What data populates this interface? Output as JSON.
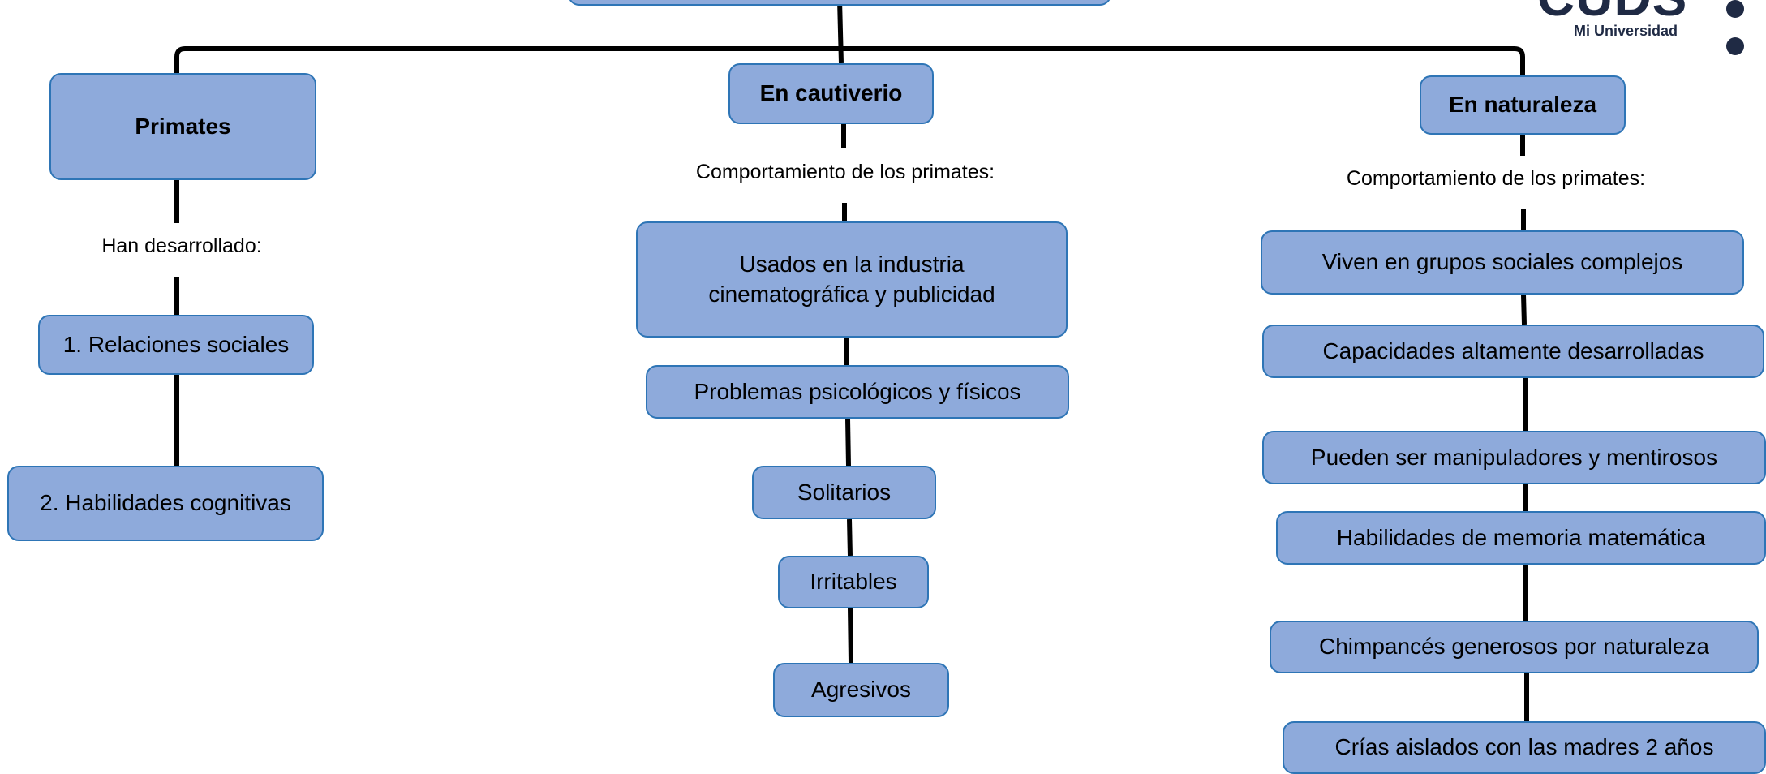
{
  "logo": {
    "partial_mark": "CUDS",
    "tagline": "Mi Universidad"
  },
  "branches": {
    "primates": {
      "title": "Primates",
      "caption": "Han desarrollado:",
      "items": [
        "1. Relaciones sociales",
        "2. Habilidades cognitivas"
      ]
    },
    "cautiverio": {
      "title": "En cautiverio",
      "caption": "Comportamiento de los primates:",
      "items": [
        "Usados en la industria cinematográfica y publicidad",
        "Problemas psicológicos y físicos",
        "Solitarios",
        "Irritables",
        "Agresivos"
      ]
    },
    "naturaleza": {
      "title": "En naturaleza",
      "caption": "Comportamiento de los primates:",
      "items": [
        "Viven en grupos sociales complejos",
        "Capacidades altamente desarrolladas",
        "Pueden ser manipuladores y mentirosos",
        "Habilidades de memoria matemática",
        "Chimpancés generosos por naturaleza",
        "Crías aislados con las madres 2 años"
      ]
    }
  }
}
